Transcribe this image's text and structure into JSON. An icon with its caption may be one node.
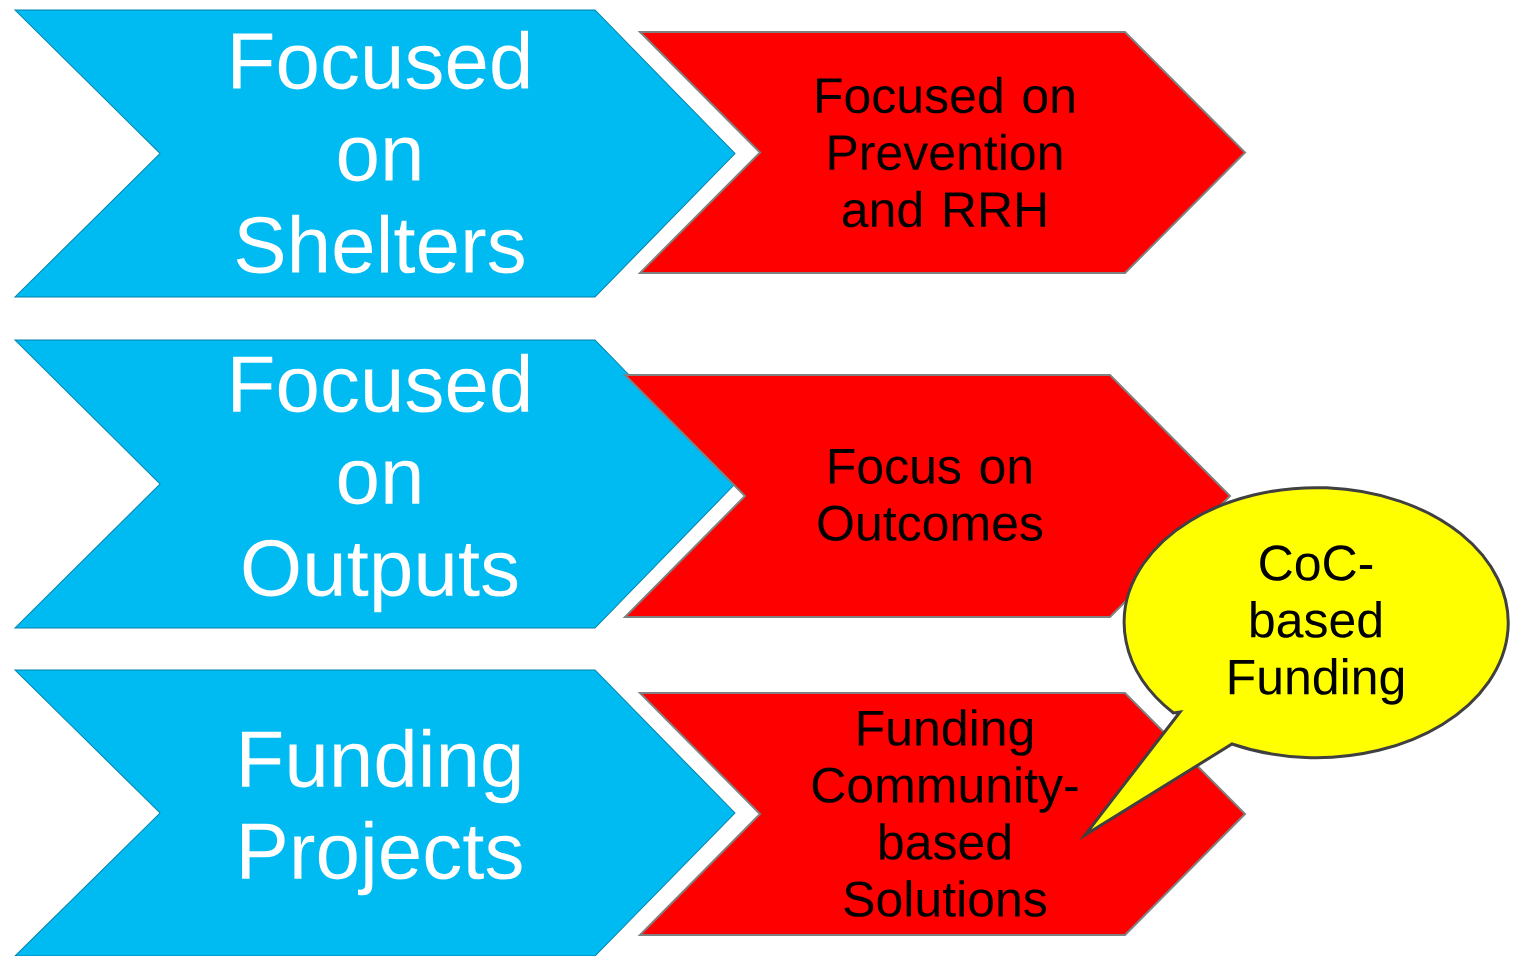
{
  "diagram": {
    "nodes": [
      {
        "text": [
          "Focused on Shelters"
        ]
      },
      {
        "text": [
          "Focused on Prevention and RRH"
        ]
      },
      {
        "text": [
          "Focused on Outputs"
        ]
      },
      {
        "text": [
          "Focus on Outcomes"
        ]
      },
      {
        "text": [
          "Funding Projects"
        ]
      },
      {
        "text": [
          "Funding Community-based Solutions"
        ]
      },
      {
        "text": [
          "CoC-based Funding"
        ]
      }
    ]
  }
}
